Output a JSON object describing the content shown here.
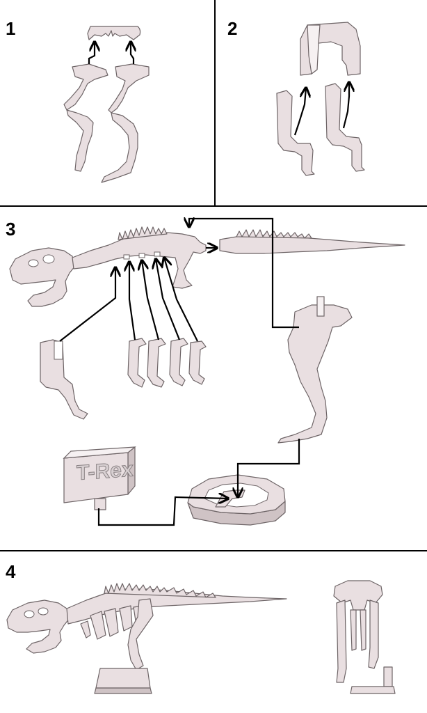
{
  "steps": [
    {
      "number": "1"
    },
    {
      "number": "2"
    },
    {
      "number": "3"
    },
    {
      "number": "4"
    }
  ],
  "sign": {
    "text": "T-Rex"
  },
  "colors": {
    "plastic": "#e9dfe1",
    "outline": "#6d6466",
    "arrows": "#000000",
    "background": "#ffffff"
  }
}
